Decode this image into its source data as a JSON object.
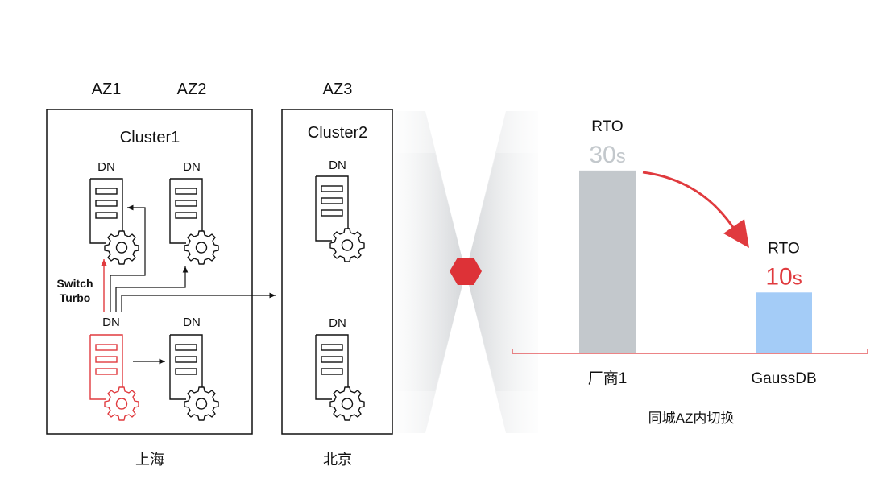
{
  "diagram": {
    "az_labels": [
      "AZ1",
      "AZ2",
      "AZ3"
    ],
    "cluster1_title": "Cluster1",
    "cluster2_title": "Cluster2",
    "dn_label": "DN",
    "switch_label_line1": "Switch",
    "switch_label_line2": "Turbo",
    "city_shanghai": "上海",
    "city_beijing": "北京",
    "accent_color": "#e03a3e",
    "hexagon_color": "#dd3237"
  },
  "chart_data": {
    "type": "bar",
    "categories": [
      "厂商1",
      "GaussDB"
    ],
    "values": [
      30,
      10
    ],
    "unit": "s",
    "value_prefix": "RTO",
    "colors": [
      "#c3c8cc",
      "#a4ccf7"
    ],
    "value_colors": [
      "#c3c8cc",
      "#e03a3e"
    ],
    "xlabel": "同城AZ内切换",
    "ylim": [
      0,
      35
    ]
  }
}
